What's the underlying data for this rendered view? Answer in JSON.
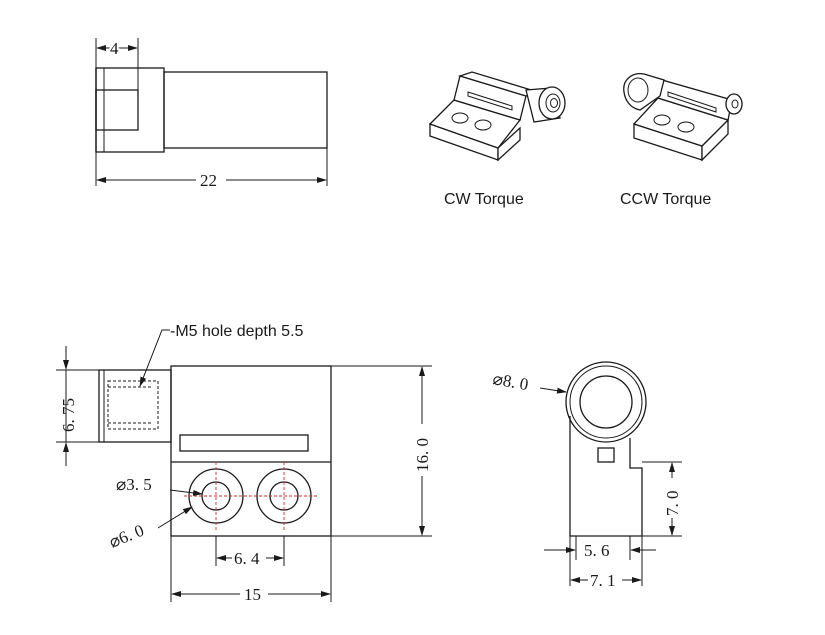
{
  "top_view": {
    "dim_small": "4",
    "dim_length": "22"
  },
  "iso_views": {
    "cw_label": "CW Torque",
    "ccw_label": "CCW Torque"
  },
  "front_view": {
    "callout": "-M5 hole depth 5.5",
    "dim_left_height": "6. 75",
    "dim_height": "16. 0",
    "dim_hole_small": "⌀3. 5",
    "dim_hole_large": "⌀6. 0",
    "dim_hole_spacing": "6. 4",
    "dim_width": "15"
  },
  "side_view": {
    "dim_diameter": "⌀8. 0",
    "dim_height": "7. 0",
    "dim_inner_width": "5. 6",
    "dim_outer_width": "7. 1"
  }
}
